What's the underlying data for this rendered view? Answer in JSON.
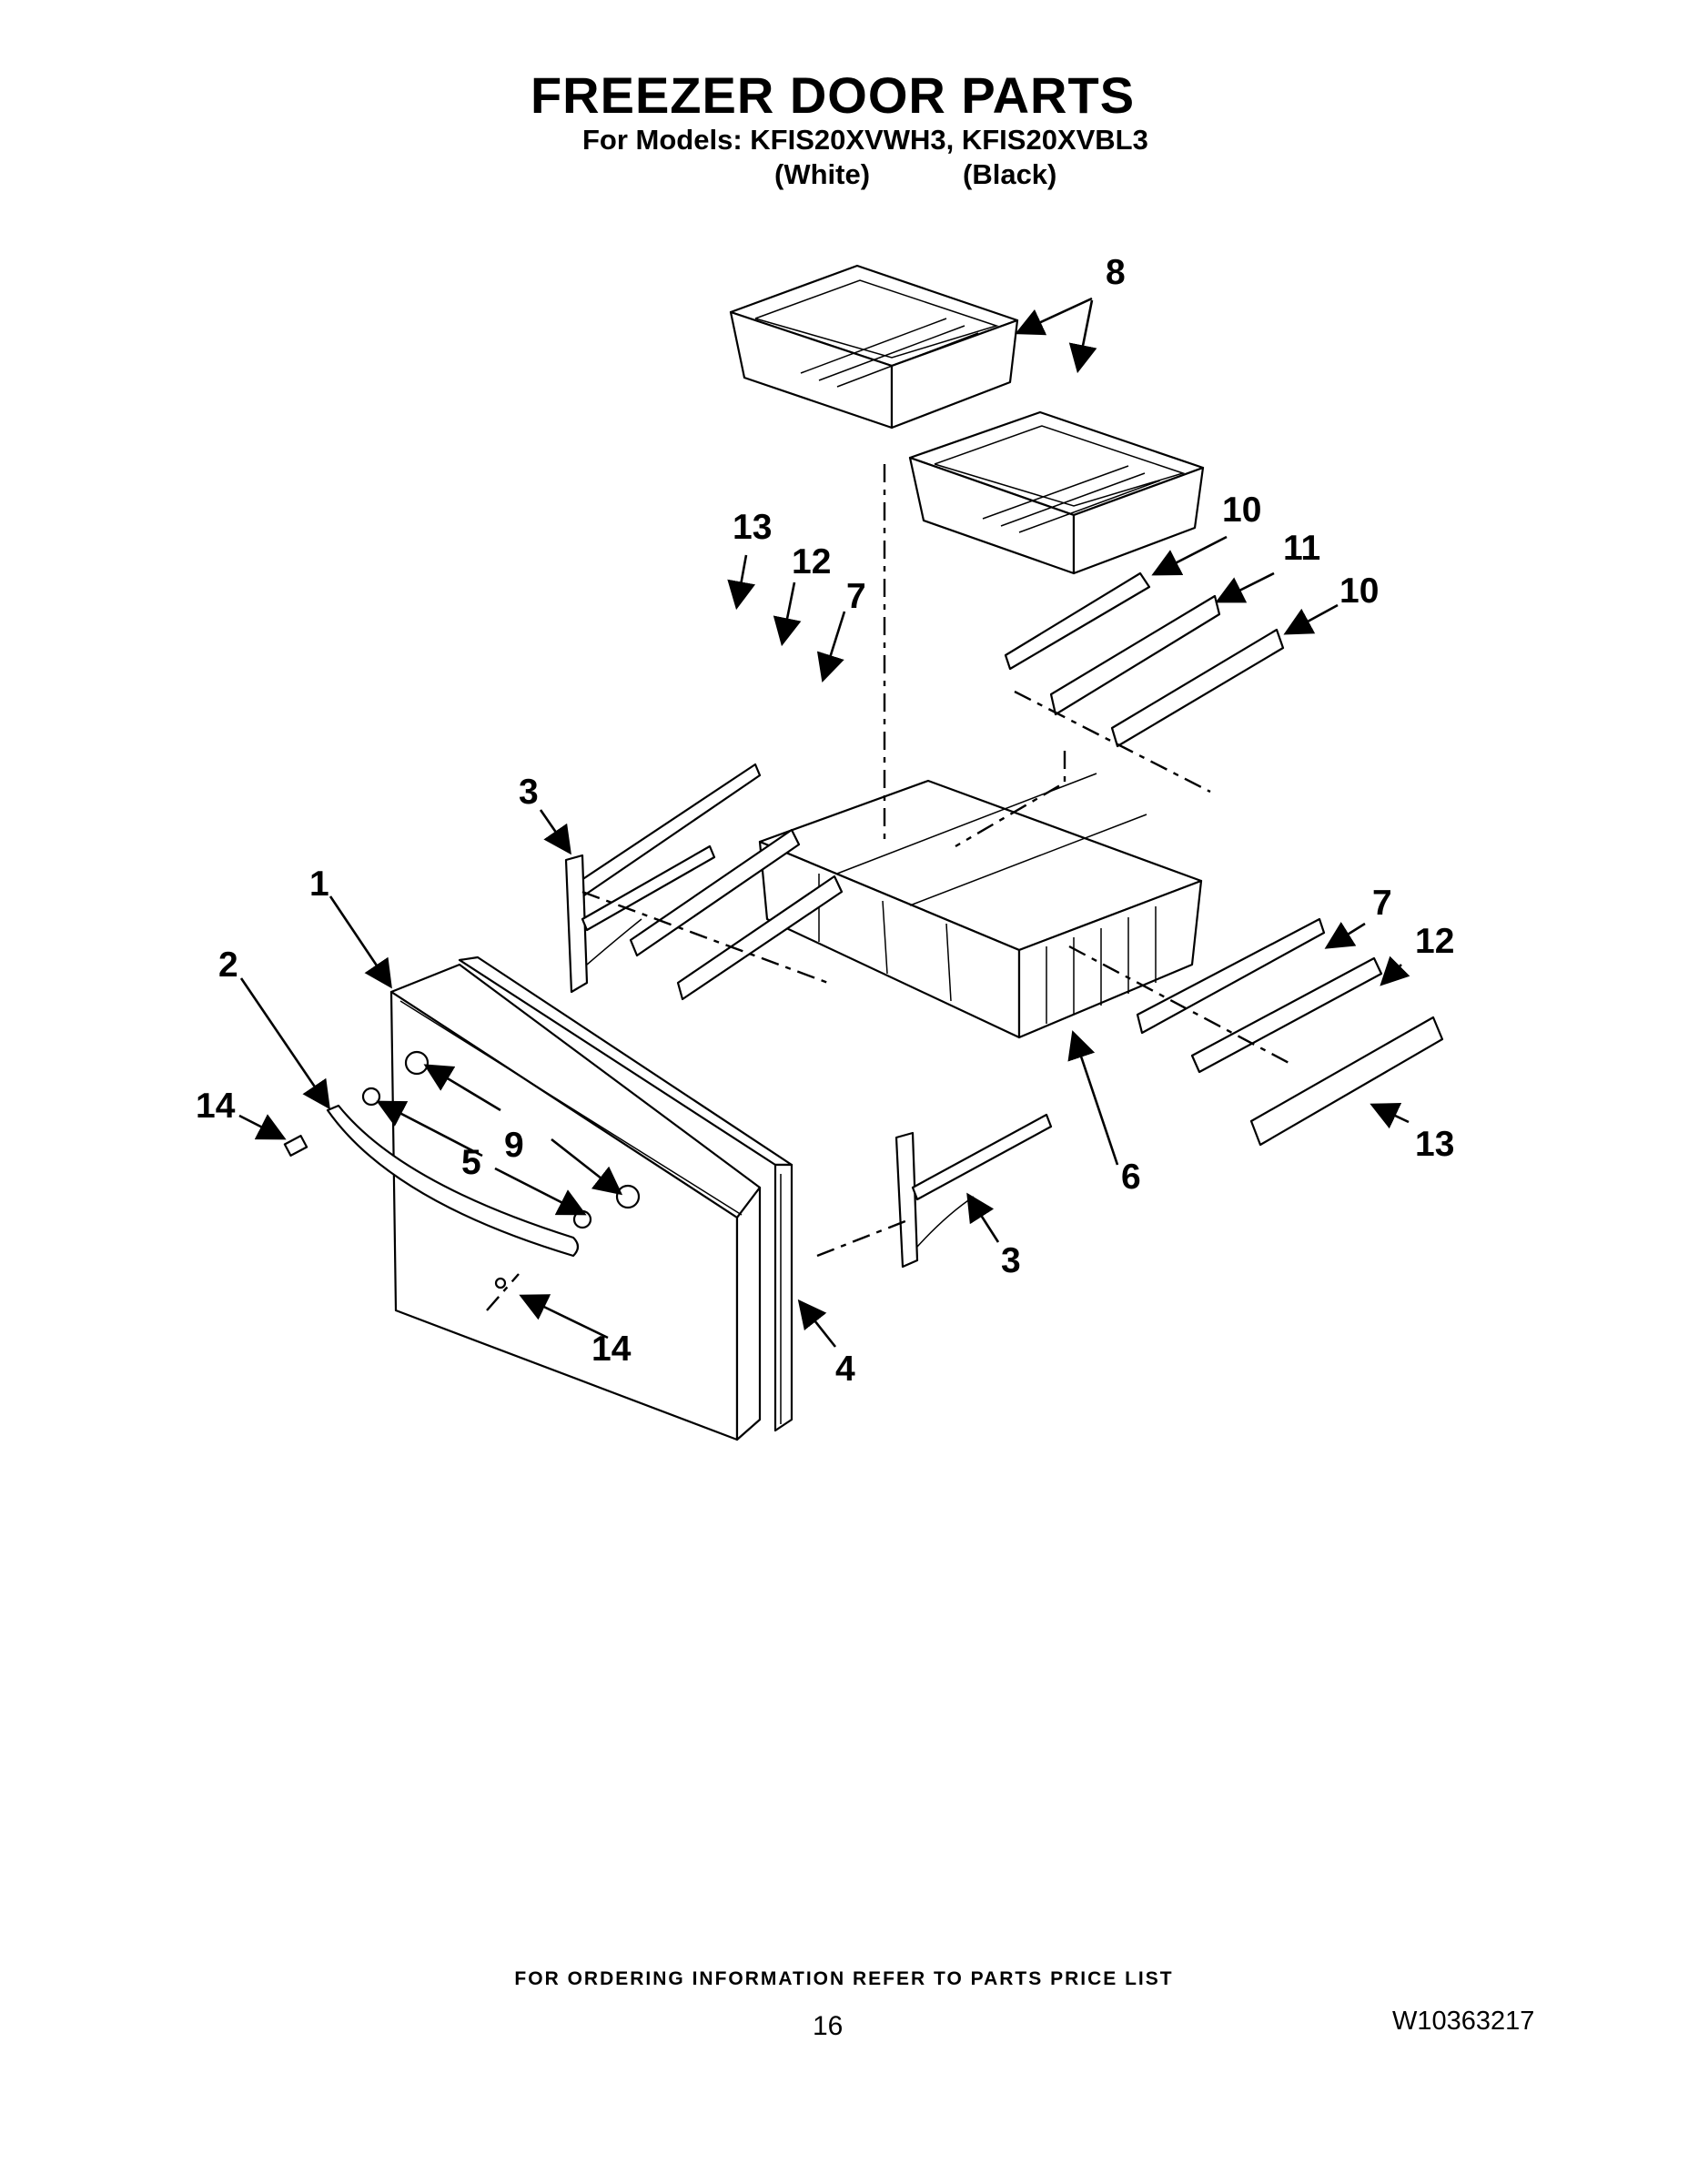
{
  "header": {
    "title": "FREEZER DOOR PARTS",
    "models": "For Models: KFIS20XVWH3, KFIS20XVBL3",
    "variant_white": "(White)",
    "variant_black": "(Black)"
  },
  "callouts": {
    "c1": "1",
    "c2": "2",
    "c3a": "3",
    "c3b": "3",
    "c4": "4",
    "c5": "5",
    "c6": "6",
    "c7a": "7",
    "c7b": "7",
    "c8": "8",
    "c9": "9",
    "c10a": "10",
    "c10b": "10",
    "c11": "11",
    "c12a": "12",
    "c12b": "12",
    "c13a": "13",
    "c13b": "13",
    "c14a": "14",
    "c14b": "14"
  },
  "footer": {
    "note": "FOR ORDERING INFORMATION REFER TO PARTS PRICE LIST",
    "page_number": "16",
    "doc_code": "W10363217"
  }
}
